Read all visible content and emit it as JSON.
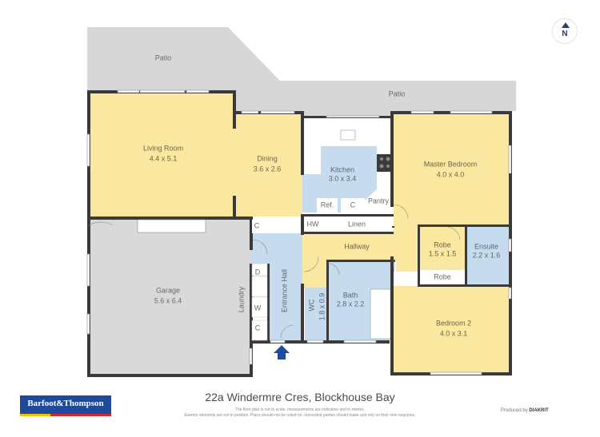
{
  "colors": {
    "living_fill": "#fbe8a0",
    "wet_fill": "#c6dbed",
    "garage_fill": "#d9d9d9",
    "patio_fill": "#d7d7d7",
    "wall": "#3a3a3a",
    "entrance_arrow": "#1f4aa0",
    "compass": "#2b3b6b"
  },
  "compass": {
    "label": "N"
  },
  "rooms": {
    "patio_top": {
      "name": "Patio"
    },
    "patio_right": {
      "name": "Patio"
    },
    "living_room": {
      "name": "Living Room",
      "dims": "4.4 x 5.1"
    },
    "dining": {
      "name": "Dining",
      "dims": "3.6 x 2.6"
    },
    "kitchen": {
      "name": "Kitchen",
      "dims": "3.0 x 3.4"
    },
    "master_bedroom": {
      "name": "Master Bedroom",
      "dims": "4.0 x 4.0"
    },
    "garage": {
      "name": "Garage",
      "dims": "5.6 x 6.4"
    },
    "laundry": {
      "name": "Laundry"
    },
    "entrance_hall": {
      "name": "Entrance Hall"
    },
    "hallway": {
      "name": "Hallway"
    },
    "wc": {
      "name": "WC",
      "dims": "1.8 x 0.9"
    },
    "bath": {
      "name": "Bath",
      "dims": "2.8 x 2.2"
    },
    "robe_walkin": {
      "name": "Robe",
      "dims": "1.5 x 1.5"
    },
    "ensuite": {
      "name": "Ensuite",
      "dims": "2.2 x 1.6"
    },
    "robe": {
      "name": "Robe"
    },
    "bedroom_2": {
      "name": "Bedroom 2",
      "dims": "4.0 x 3.1"
    }
  },
  "fixtures": {
    "ref": "Ref.",
    "c_kitchen": "C",
    "pantry": "Pantry",
    "hw": "HW",
    "linen": "Linen",
    "c_top": "C",
    "d": "D",
    "w": "W",
    "c_bottom": "C"
  },
  "footer": {
    "address": "22a Windermre Cres, Blockhouse Bay",
    "disclaimer_line1": "The floor plan is not to scale, measurements are indicative and in metres.",
    "disclaimer_line2": "Exterior elements are not in position. Plans should not be relied on. Interested parties should make and rely on their own enquiries.",
    "brand_logo": "Barfoot&Thompson",
    "produced_by_prefix": "Produced by",
    "produced_by_name": "DIAKRIT"
  }
}
